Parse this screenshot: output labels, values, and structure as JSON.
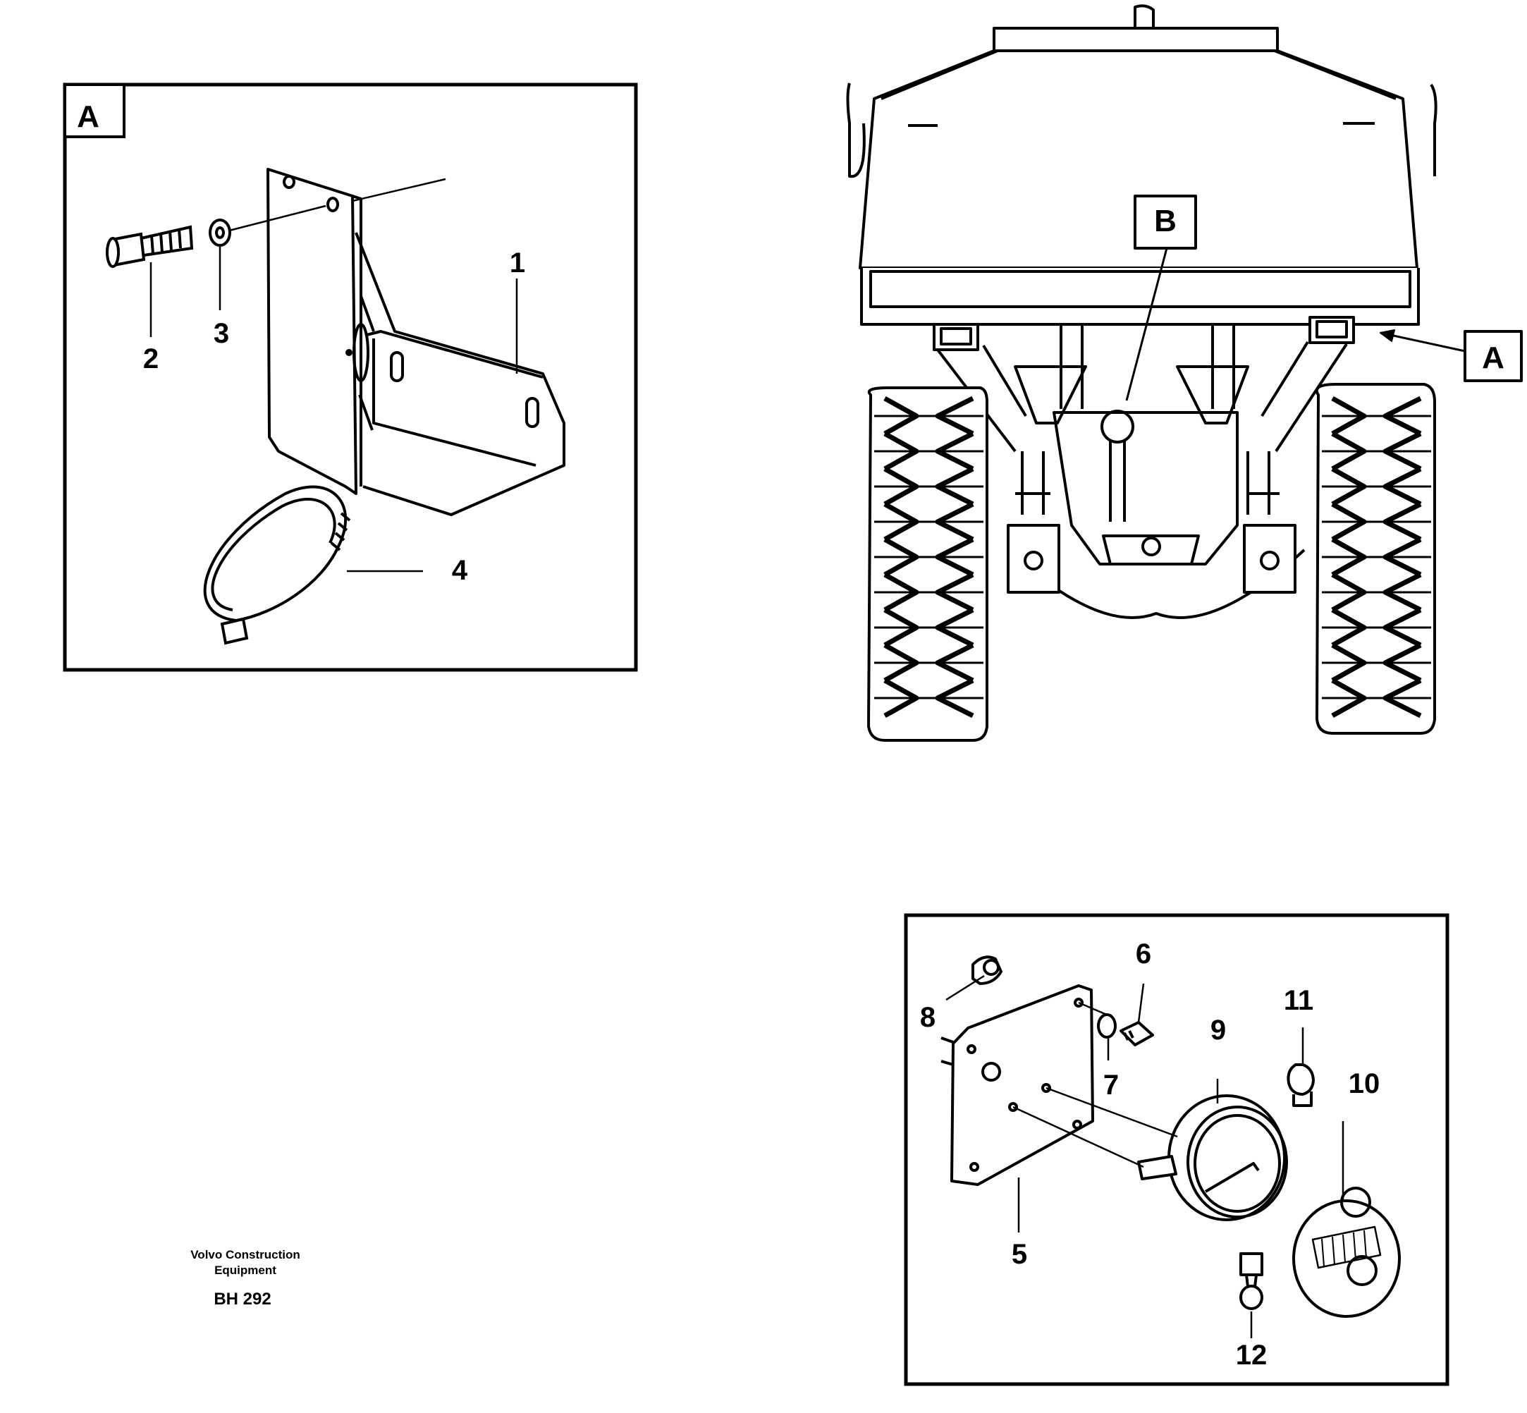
{
  "panel_a": {
    "tag": "A",
    "callouts": [
      "1",
      "2",
      "3",
      "4"
    ]
  },
  "truck_view": {
    "tag_a": "A",
    "tag_b": "B"
  },
  "panel_lamp": {
    "callouts": [
      "5",
      "6",
      "7",
      "8",
      "9",
      "10",
      "11",
      "12"
    ]
  },
  "credit": {
    "line1": "Volvo Construction",
    "line2": "Equipment",
    "code": "BH 292"
  },
  "colors": {
    "ink": "#000000",
    "paper": "#ffffff"
  }
}
